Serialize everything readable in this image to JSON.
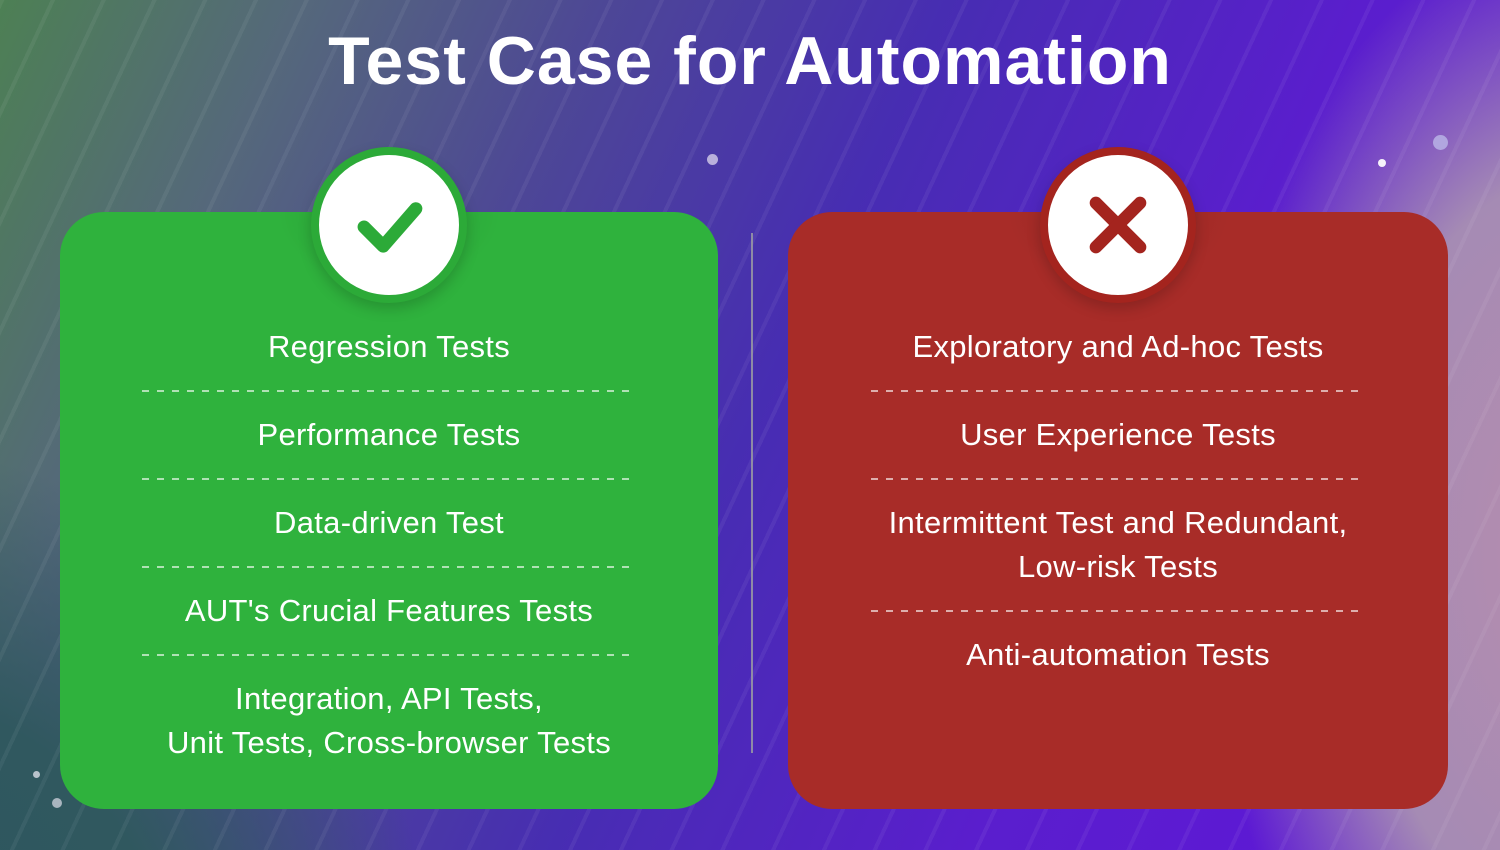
{
  "title": "Test Case for Automation",
  "colors": {
    "green_card": "#2fb23d",
    "green_accent": "#2caa38",
    "red_card": "#a82c28",
    "red_accent": "#a4241e",
    "divider": "#9b9ba3",
    "bg_green": "#4d8054",
    "bg_violet": "#5f16d9",
    "bg_teal": "#2c555e",
    "bg_mauve": "#a58bb4"
  },
  "cards": {
    "allowed": {
      "icon": "check-icon",
      "items": [
        "Regression Tests",
        "Performance Tests",
        "Data-driven Test",
        "AUT's Crucial Features Tests",
        "Integration, API Tests,\nUnit Tests, Cross-browser Tests"
      ]
    },
    "not_allowed": {
      "icon": "cross-icon",
      "items": [
        "Exploratory and Ad-hoc Tests",
        "User Experience Tests",
        "Intermittent Test and Redundant,\nLow-risk Tests",
        "Anti-automation Tests"
      ]
    }
  }
}
